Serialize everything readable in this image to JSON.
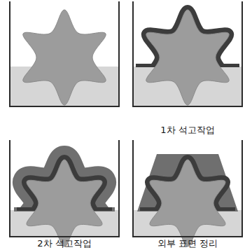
{
  "diagram": {
    "labels": [
      "1차 석고작업",
      "2차 석고작업",
      "외부 표면 정리"
    ]
  }
}
